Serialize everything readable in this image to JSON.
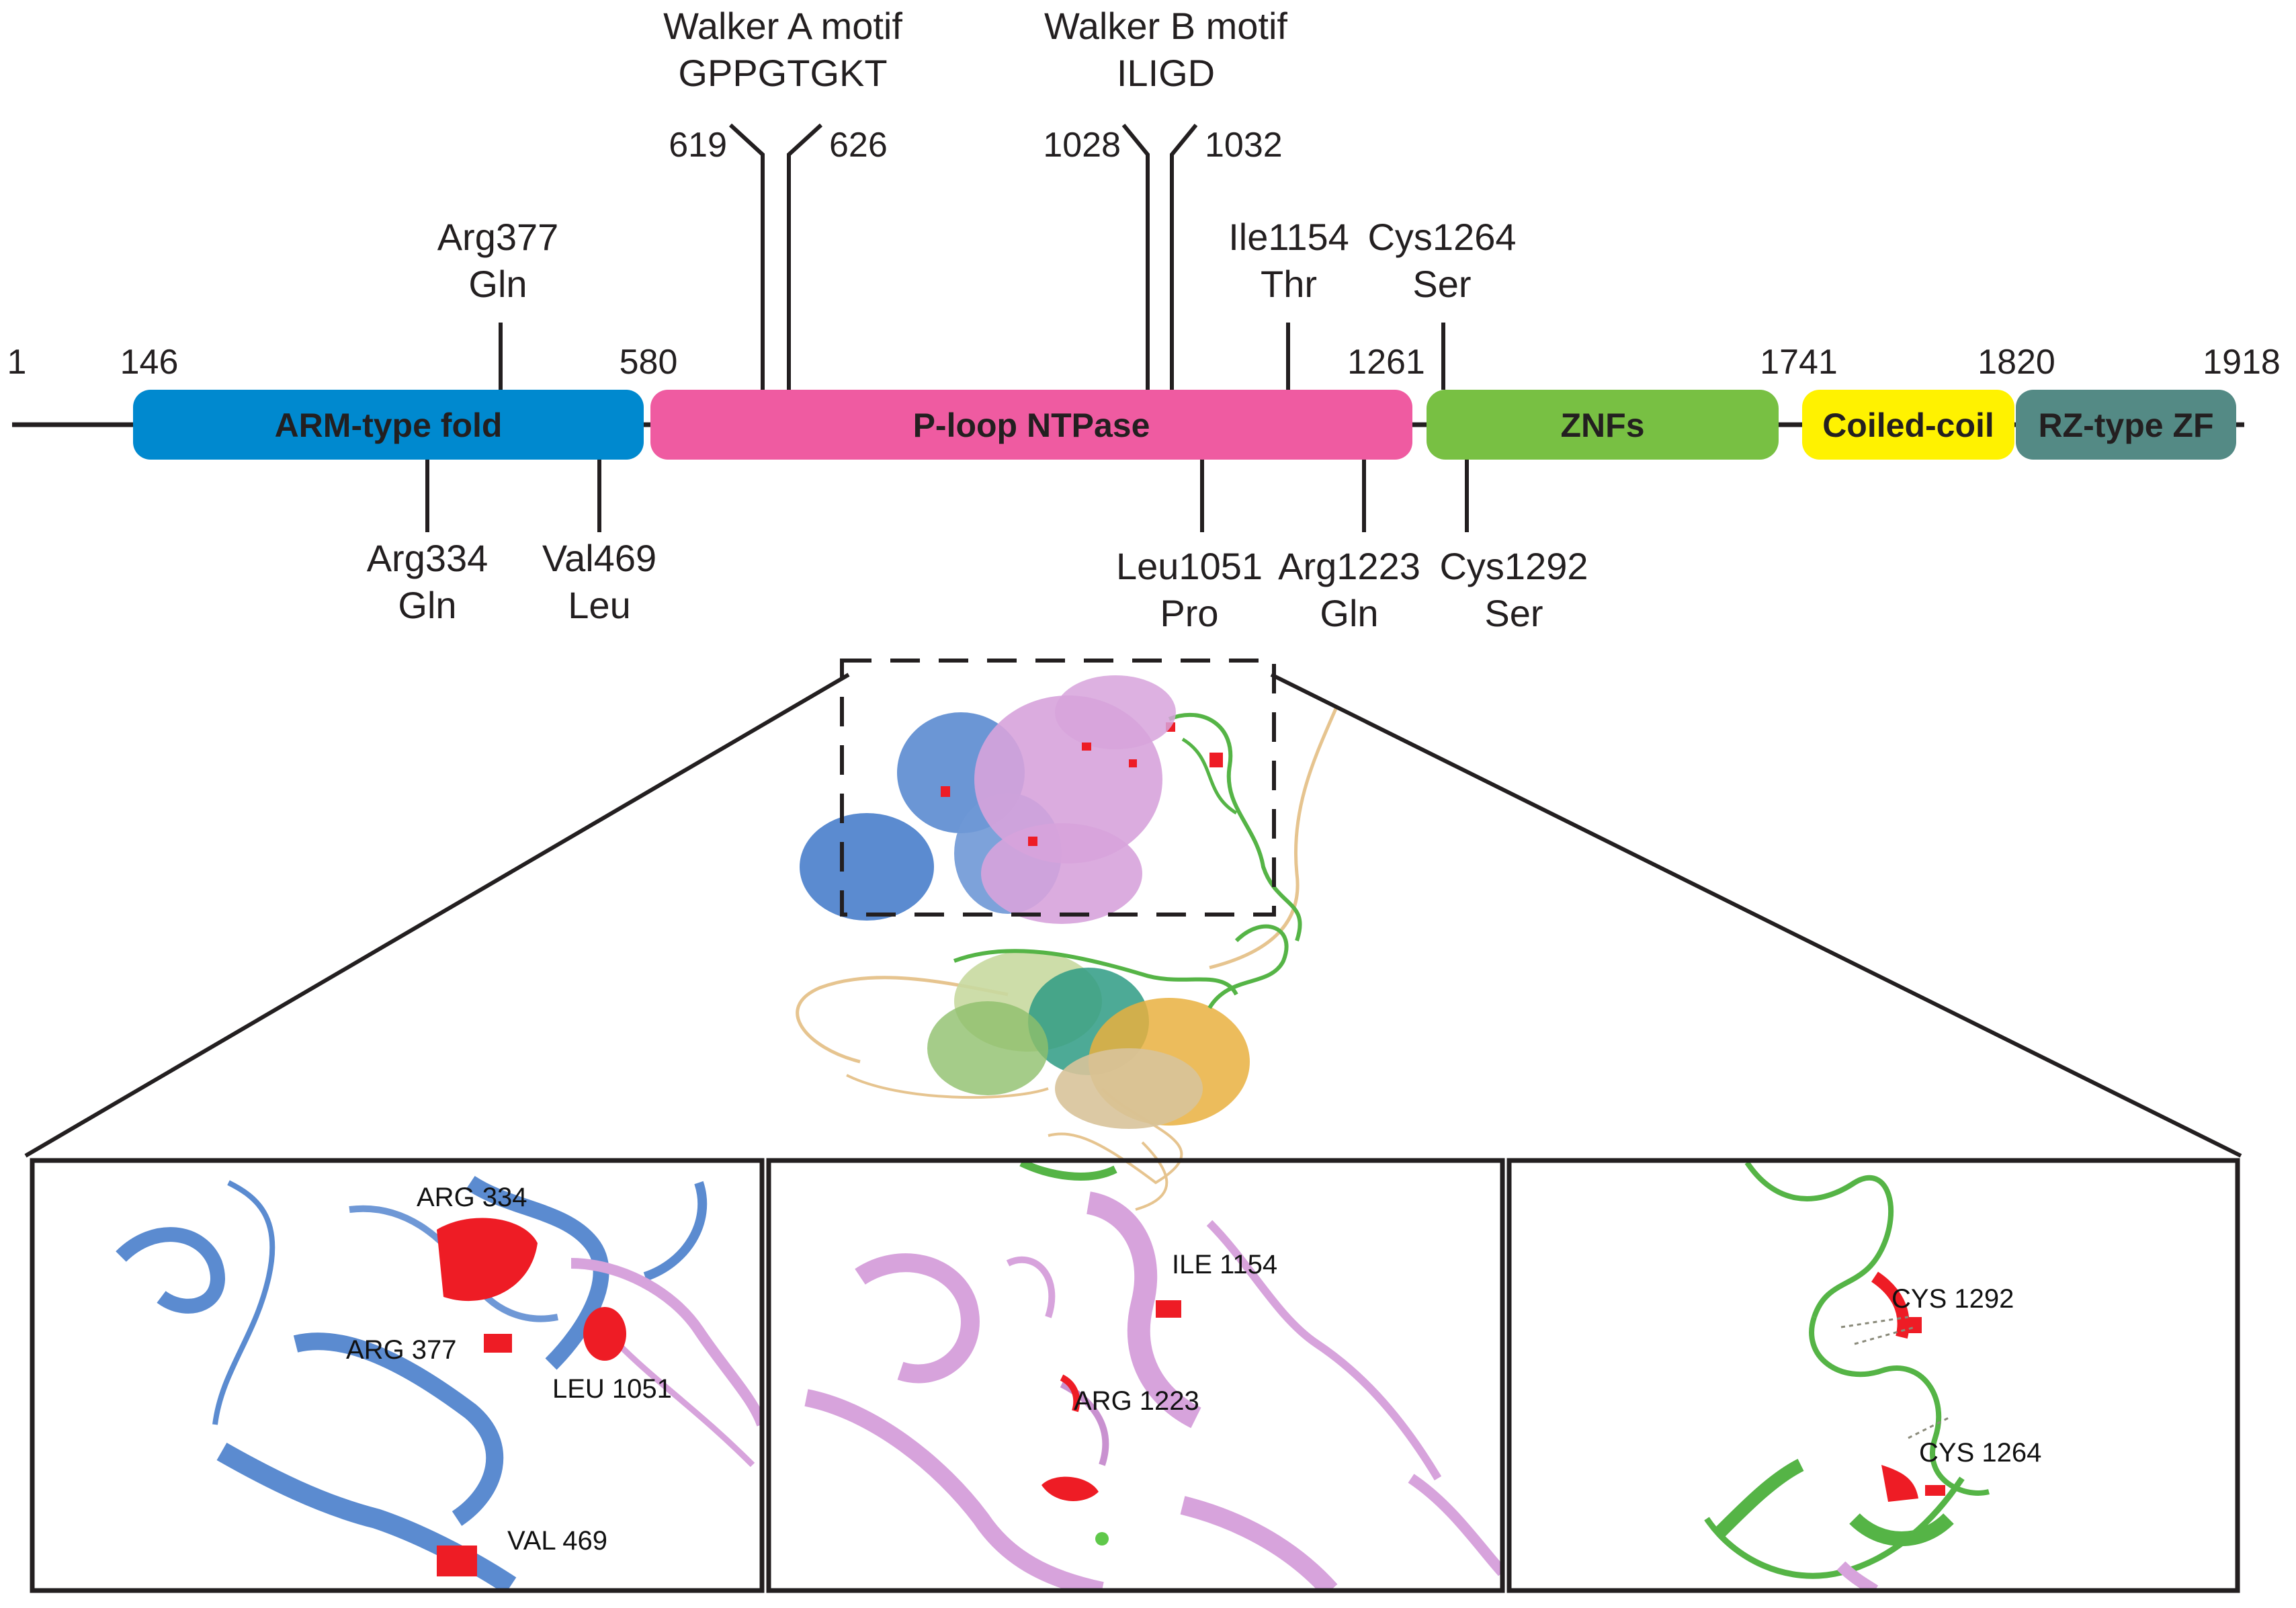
{
  "positions": {
    "p1": "1",
    "p146": "146",
    "p580": "580",
    "p1261": "1261",
    "p1741": "1741",
    "p1820": "1820",
    "p1918": "1918"
  },
  "domains": {
    "arm": {
      "label": "ARM-type fold",
      "color": "#0089cf"
    },
    "ploop": {
      "label": "P-loop NTPase",
      "color": "#ef5ba1"
    },
    "znf": {
      "label": "ZNFs",
      "color": "#78c043"
    },
    "coil": {
      "label": "Coiled-coil",
      "color": "#fff200"
    },
    "rz": {
      "label": "RZ-type ZF",
      "color": "#548a85"
    }
  },
  "motifs": {
    "walker_a": {
      "name": "Walker A motif",
      "seq": "GPPGTGKT",
      "start": "619",
      "end": "626"
    },
    "walker_b": {
      "name": "Walker B motif",
      "seq": "ILIGD",
      "start": "1028",
      "end": "1032"
    }
  },
  "variants_above": {
    "arg377": {
      "ref": "Arg377",
      "alt": "Gln"
    },
    "ile1154": {
      "ref": "Ile1154",
      "alt": "Thr"
    },
    "cys1264": {
      "ref": "Cys1264",
      "alt": "Ser"
    }
  },
  "variants_below": {
    "arg334": {
      "ref": "Arg334",
      "alt": "Gln"
    },
    "val469": {
      "ref": "Val469",
      "alt": "Leu"
    },
    "leu1051": {
      "ref": "Leu1051",
      "alt": "Pro"
    },
    "arg1223": {
      "ref": "Arg1223",
      "alt": "Gln"
    },
    "cys1292": {
      "ref": "Cys1292",
      "alt": "Ser"
    }
  },
  "panels": {
    "left": {
      "r1": "ARG 334",
      "r2": "ARG 377",
      "r3": "LEU 1051",
      "r4": "VAL 469"
    },
    "middle": {
      "r1": "ILE 1154",
      "r2": "ARG 1223"
    },
    "right": {
      "r1": "CYS 1292",
      "r2": "CYS 1264"
    }
  },
  "colors": {
    "line": "#231f20",
    "arm_structure": "#5b8bd0",
    "ploop_structure": "#d7a3dc",
    "znf_structure": "#55b446",
    "mutation_highlight": "#ee1c25"
  }
}
